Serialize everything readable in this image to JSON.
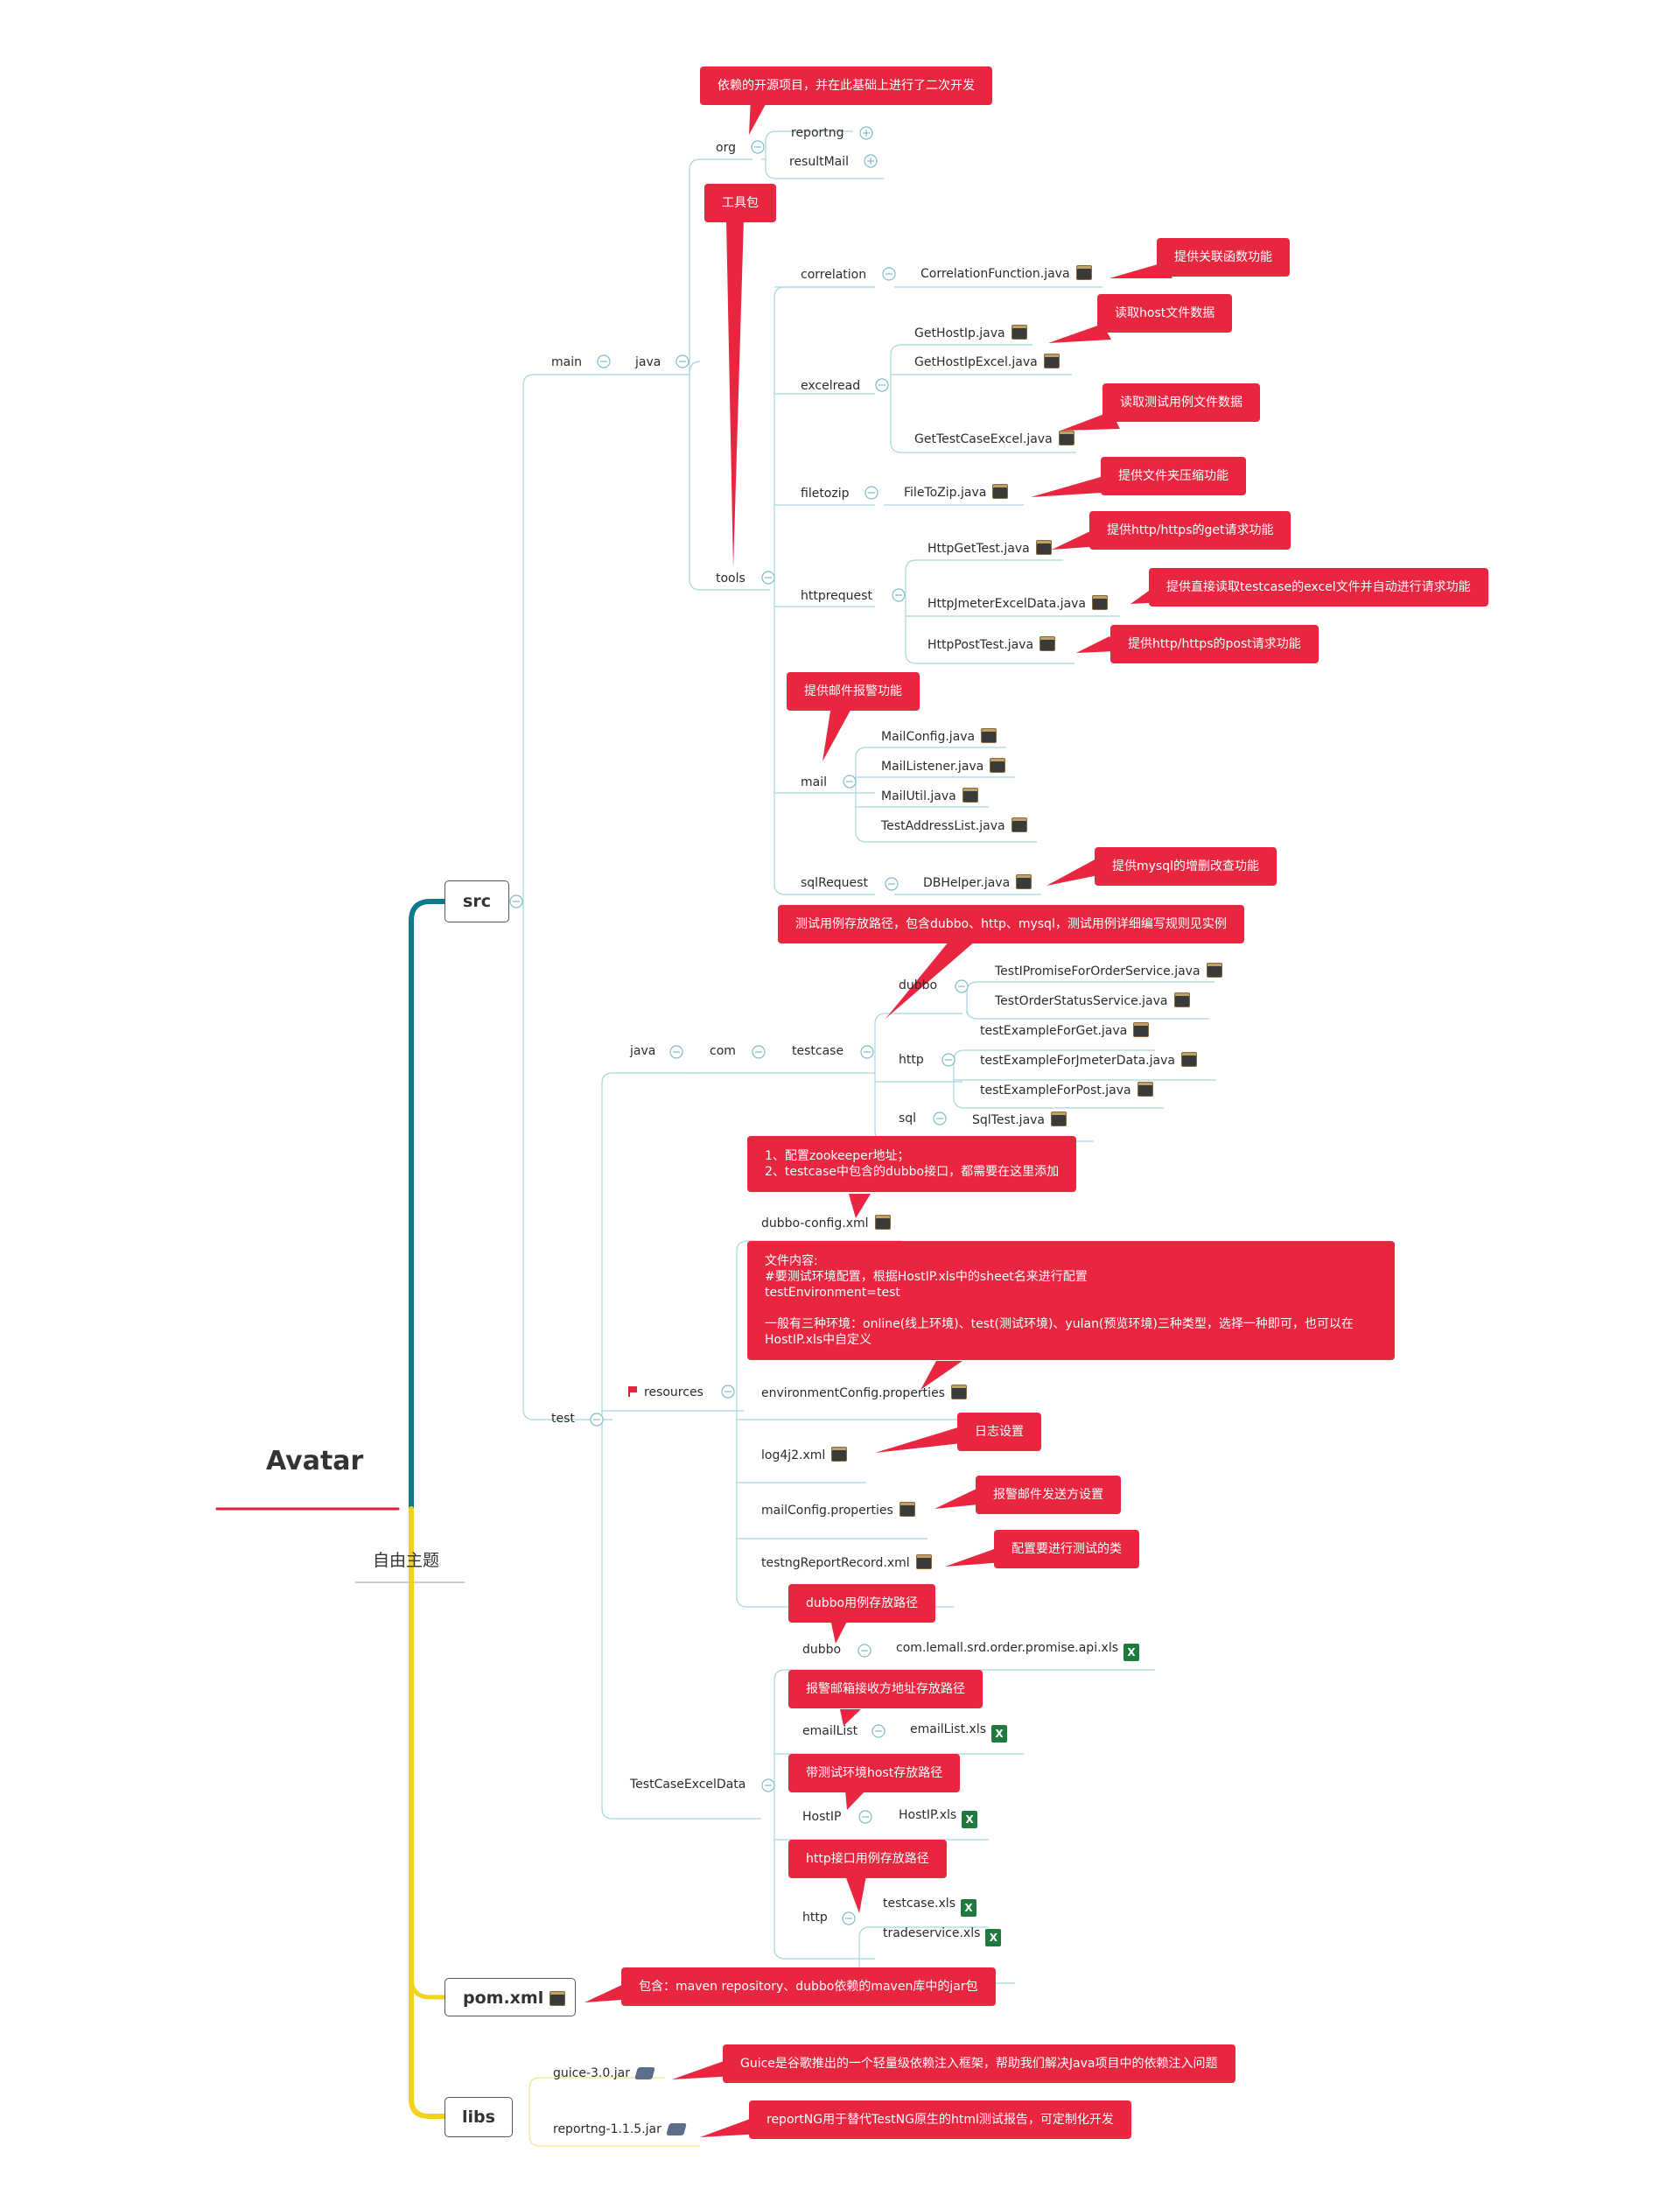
{
  "root": {
    "title": "Avatar",
    "subtitle": "自由主题"
  },
  "branches": {
    "src": "src",
    "pom": "pom.xml",
    "libs": "libs"
  },
  "nodes": {
    "main": "main",
    "java_main": "java",
    "org": "org",
    "reportng": "reportng",
    "resultMail": "resultMail",
    "tools": "tools",
    "correlation": "correlation",
    "CorrelationFunction": "CorrelationFunction.java",
    "excelread": "excelread",
    "GetHostIp": "GetHostIp.java",
    "GetHostIpExcel": "GetHostIpExcel.java",
    "GetTestCaseExcel": "GetTestCaseExcel.java",
    "filetozip": "filetozip",
    "FileToZip": "FileToZip.java",
    "httprequest": "httprequest",
    "HttpGetTest": "HttpGetTest.java",
    "HttpJmeterExcelData": "HttpJmeterExcelData.java",
    "HttpPostTest": "HttpPostTest.java",
    "mail": "mail",
    "MailConfig": "MailConfig.java",
    "MailListener": "MailListener.java",
    "MailUtil": "MailUtil.java",
    "TestAddressList": "TestAddressList.java",
    "sqlRequest": "sqlRequest",
    "DBHelper": "DBHelper.java",
    "test": "test",
    "java_test": "java",
    "com": "com",
    "testcase": "testcase",
    "dubbo": "dubbo",
    "TestIPromise": "TestIPromiseForOrderService.java",
    "TestOrderStatus": "TestOrderStatusService.java",
    "http": "http",
    "testExampleForGet": "testExampleForGet.java",
    "testExampleForJmeterData": "testExampleForJmeterData.java",
    "testExampleForPost": "testExampleForPost.java",
    "sql": "sql",
    "SqlTest": "SqlTest.java",
    "resources": "resources",
    "dubboConfig": "dubbo-config.xml",
    "envConfig": "environmentConfig.properties",
    "log4j2": "log4j2.xml",
    "mailConfigProps": "mailConfig.properties",
    "testngReport": "testngReportRecord.xml",
    "TestCaseExcelData": "TestCaseExcelData",
    "dubbo2": "dubbo",
    "promiseXls": "com.lemall.srd.order.promise.api.xls",
    "emailList": "emailList",
    "emailListXls": "emailList.xls",
    "HostIP": "HostIP",
    "HostIPXls": "HostIP.xls",
    "http2": "http",
    "testcaseXls": "testcase.xls",
    "tradeserviceXls": "tradeservice.xls",
    "guice": "guice-3.0.jar",
    "reportngJar": "reportng-1.1.5.jar"
  },
  "callouts": {
    "org": "依赖的开源项目，并在此基础上进行了二次开发",
    "tools": "工具包",
    "correlation": "提供关联函数功能",
    "hostip": "读取host文件数据",
    "testcaseExcel": "读取测试用例文件数据",
    "filetozip": "提供文件夹压缩功能",
    "httpget": "提供http/https的get请求功能",
    "jmeter": "提供直接读取testcase的excel文件并自动进行请求功能",
    "httppost": "提供http/https的post请求功能",
    "mail": "提供邮件报警功能",
    "sql": "提供mysql的增删改查功能",
    "testcase": "测试用例存放路径，包含dubbo、http、mysql，测试用例详细编写规则见实例",
    "dubboConfig": "1、配置zookeeper地址；\n2、testcase中包含的dubbo接口，都需要在这里添加",
    "envConfig": "文件内容:\n#要测试环境配置，根据HostIP.xls中的sheet名来进行配置\ntestEnvironment=test\n\n一般有三种环境：online(线上环境)、test(测试环境)、yulan(预览环境)三种类型，选择一种即可，也可以在\nHostIP.xls中自定义",
    "log4j2": "日志设置",
    "mailConfig": "报警邮件发送方设置",
    "testng": "配置要进行测试的类",
    "dubboPath": "dubbo用例存放路径",
    "emailPath": "报警邮箱接收方地址存放路径",
    "hostPath": "带测试环境host存放路径",
    "httpPath": "http接口用例存放路径",
    "pom": "包含：maven repository、dubbo依赖的maven库中的jar包",
    "guice": "Guice是谷歌推出的一个轻量级依赖注入框架，帮助我们解决Java项目中的依赖注入问题",
    "reportng": "reportNG用于替代TestNG原生的html测试报告，可定制化开发"
  },
  "icons": {
    "java_file": "java-file-icon",
    "excel": "excel-icon",
    "jar": "jar-icon",
    "flag": "red-flag-icon"
  },
  "excel_letter": "X",
  "colors": {
    "trunk_top": "#0c7a8a",
    "trunk_bottom": "#f2d21b",
    "connector": "#a7d6dc",
    "callout": "#e8263f",
    "underline": "#e0203a"
  }
}
